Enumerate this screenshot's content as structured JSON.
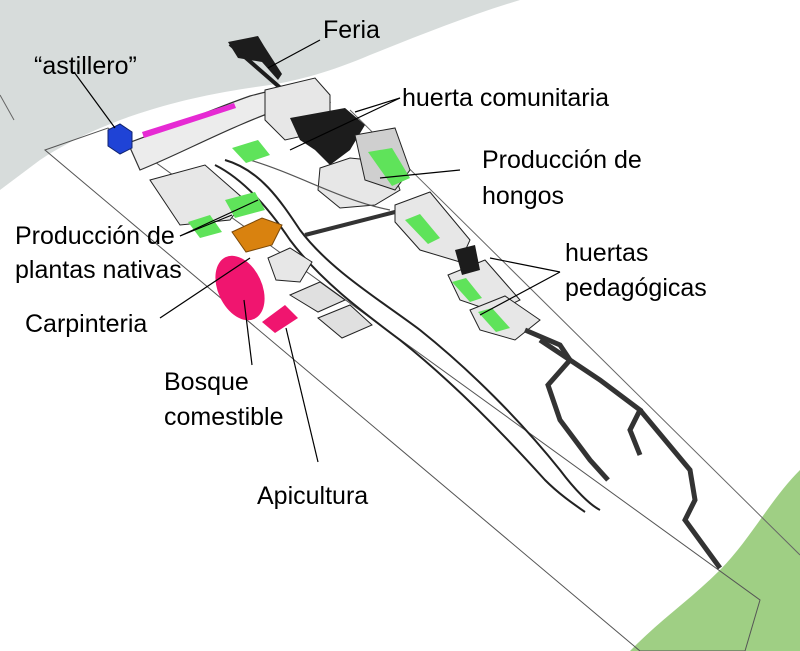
{
  "colors": {
    "water": "#d7dcdb",
    "vegetation": "#9fcf84",
    "ground": "#ffffff",
    "outline": "#444444",
    "building_roof": "#e7e7e7",
    "building_dark": "#1c1c1c",
    "garden_green": "#5fe35a",
    "carpentry_orange": "#d9820f",
    "food_forest_pink": "#f0156f",
    "shipyard_blue": "#1f43d6",
    "dock_magenta": "#e62ad3"
  },
  "labels": {
    "feria": "Feria",
    "astillero": "“astillero”",
    "huerta_comunitaria": "huerta comunitaria",
    "produccion_hongos_1": "Producción de",
    "produccion_hongos_2": "hongos",
    "produccion_plantas_1": "Producción de",
    "produccion_plantas_2": "plantas nativas",
    "huertas_pedagogicas_1": "huertas",
    "huertas_pedagogicas_2": "pedagógicas",
    "carpinteria": "Carpinteria",
    "bosque_1": "Bosque",
    "bosque_2": "comestible",
    "apicultura": "Apicultura"
  }
}
